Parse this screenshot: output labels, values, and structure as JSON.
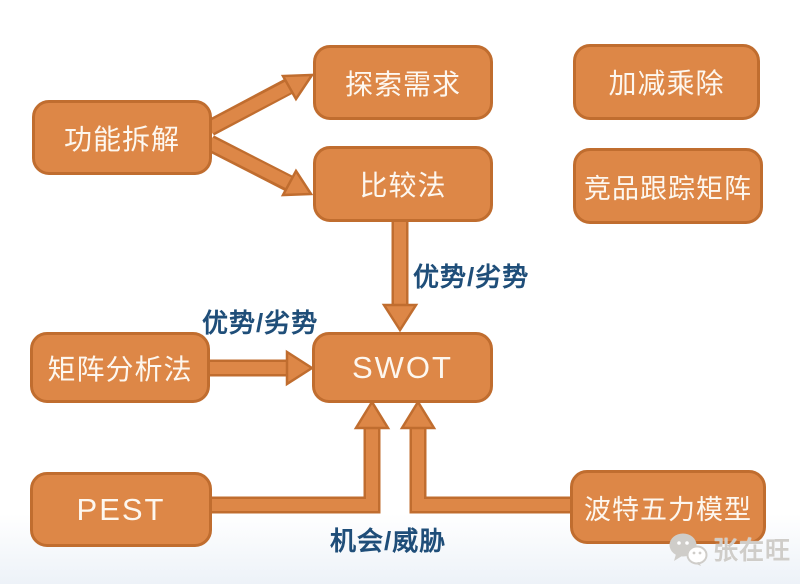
{
  "diagram": {
    "nodes": [
      {
        "id": "feature-breakdown",
        "label": "功能拆解"
      },
      {
        "id": "explore-requirements",
        "label": "探索需求"
      },
      {
        "id": "arithmetic",
        "label": "加减乘除"
      },
      {
        "id": "comparison-method",
        "label": "比较法"
      },
      {
        "id": "competitor-tracking-matrix",
        "label": "竞品跟踪矩阵"
      },
      {
        "id": "matrix-analysis",
        "label": "矩阵分析法"
      },
      {
        "id": "swot",
        "label": "SWOT"
      },
      {
        "id": "pest",
        "label": "PEST"
      },
      {
        "id": "porter-five-forces",
        "label": "波特五力模型"
      }
    ],
    "edges": [
      {
        "from": "功能拆解",
        "to": "探索需求",
        "label": ""
      },
      {
        "from": "功能拆解",
        "to": "比较法",
        "label": ""
      },
      {
        "from": "比较法",
        "to": "SWOT",
        "label": "优势/劣势"
      },
      {
        "from": "矩阵分析法",
        "to": "SWOT",
        "label": "优势/劣势"
      },
      {
        "from": "PEST",
        "to": "SWOT",
        "label": "机会/威胁"
      },
      {
        "from": "波特五力模型",
        "to": "SWOT",
        "label": "机会/威胁"
      }
    ]
  },
  "watermark": {
    "icon": "wechat-icon",
    "text": "张在旺"
  },
  "colors": {
    "node_fill": "#DD8747",
    "node_border": "#C06D2F",
    "node_text": "#FDF7EF",
    "arrow_fill": "#DD8747",
    "arrow_border": "#C06D2F",
    "edge_label_text": "#1F4E79",
    "watermark_gray": "#CFCDC9",
    "background": "#FFFFFF"
  }
}
